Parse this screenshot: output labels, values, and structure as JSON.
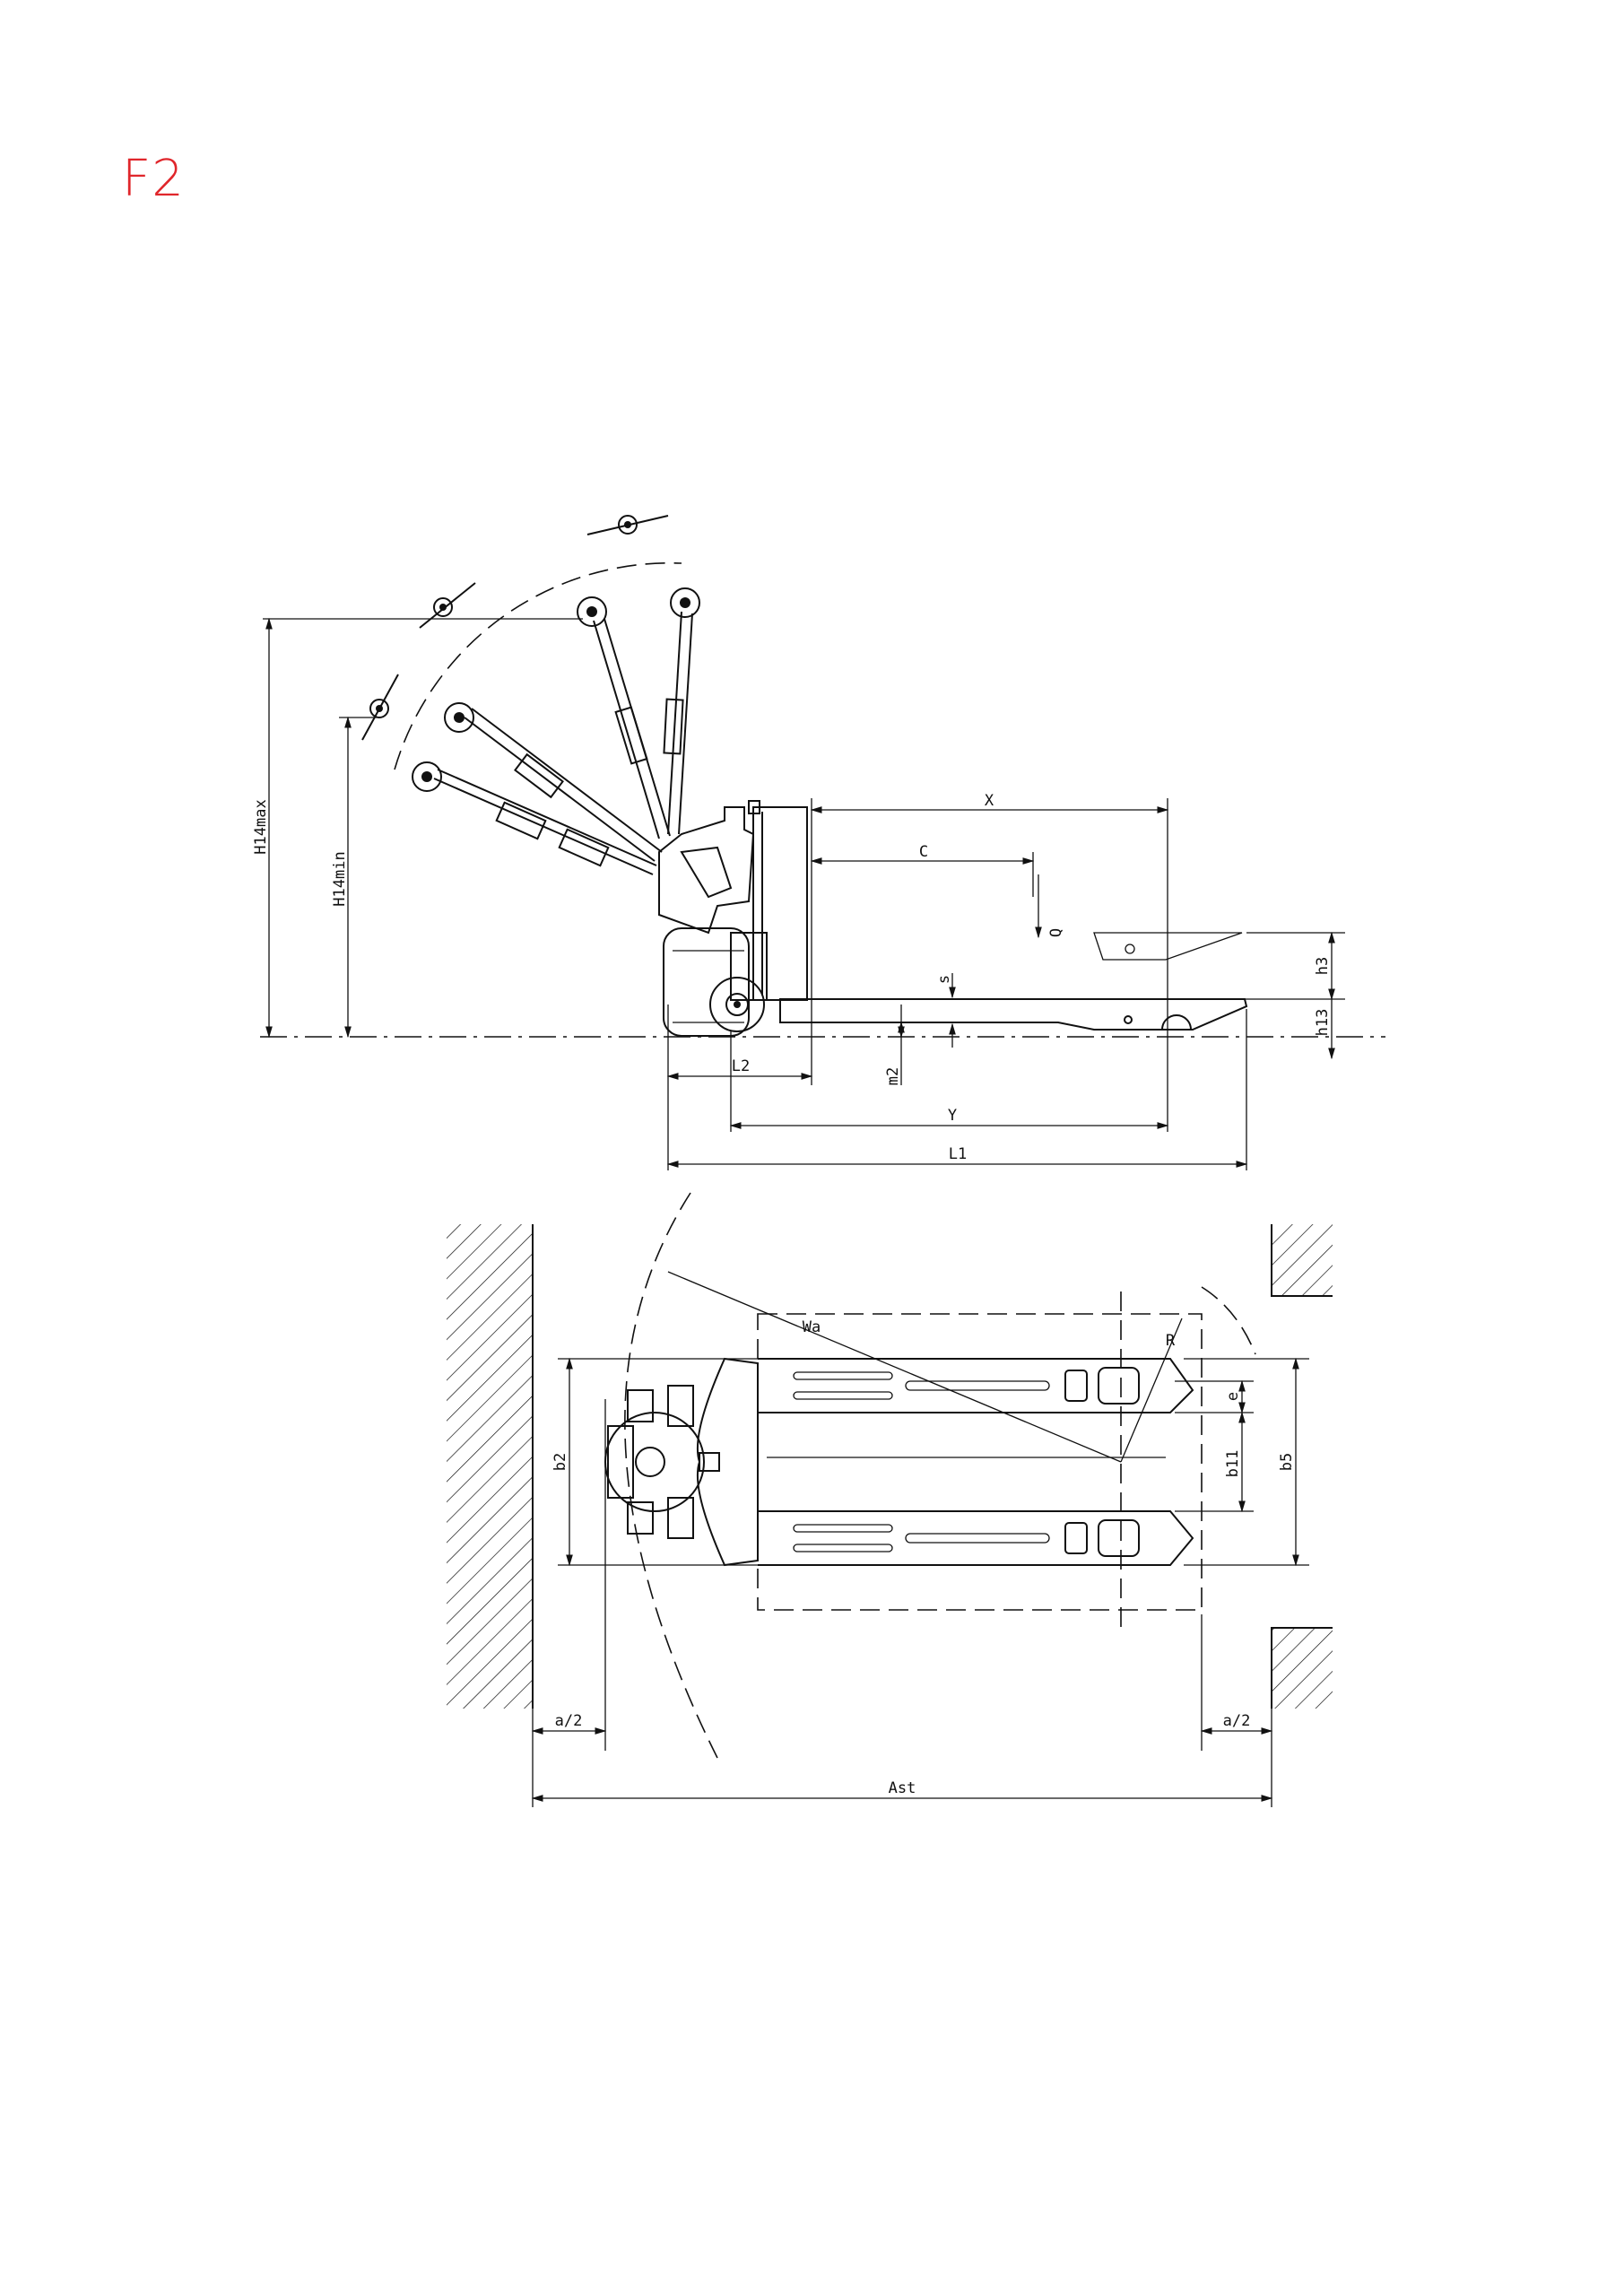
{
  "title": "F2",
  "colors": {
    "title": "#e0262b",
    "line": "#111111",
    "background": "#ffffff"
  },
  "side_view": {
    "labels": {
      "h14max": "H14max",
      "h14min": "H14min",
      "x": "X",
      "c": "C",
      "q": "Q",
      "s": "s",
      "h3": "h3",
      "h13": "h13",
      "l2": "L2",
      "m2": "m2",
      "y": "Y",
      "l1": "L1"
    }
  },
  "top_view": {
    "labels": {
      "wa": "Wa",
      "r": "R",
      "e": "e",
      "b11": "b11",
      "b5": "b5",
      "b2": "b2",
      "a_half_left": "a/2",
      "a_half_right": "a/2",
      "ast": "Ast"
    }
  }
}
